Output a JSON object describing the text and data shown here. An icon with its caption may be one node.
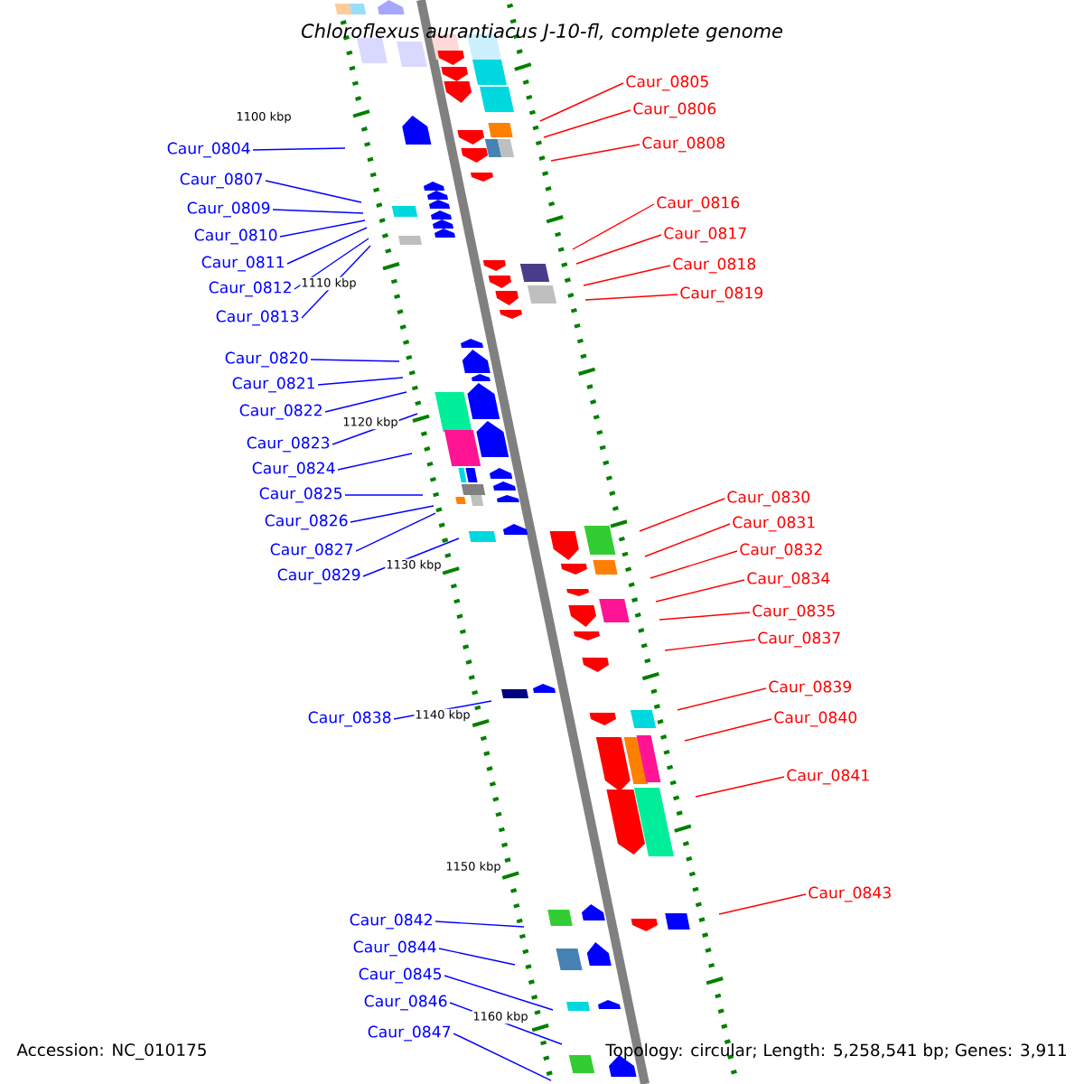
{
  "diagram": {
    "title": "Chloroflexus aurantiacus J-10-fl, complete genome",
    "nodes": [
      {
        "text": [
          "Caur_0804"
        ]
      },
      {
        "text": [
          "Caur_0807"
        ]
      },
      {
        "text": [
          "Caur_0809"
        ]
      },
      {
        "text": [
          "Caur_0810"
        ]
      },
      {
        "text": [
          "Caur_0811"
        ]
      },
      {
        "text": [
          "Caur_0812"
        ]
      },
      {
        "text": [
          "Caur_0813"
        ]
      },
      {
        "text": [
          "Caur_0820"
        ]
      },
      {
        "text": [
          "Caur_0821"
        ]
      },
      {
        "text": [
          "Caur_0822"
        ]
      },
      {
        "text": [
          "Caur_0823"
        ]
      },
      {
        "text": [
          "Caur_0824"
        ]
      },
      {
        "text": [
          "Caur_0825"
        ]
      },
      {
        "text": [
          "Caur_0826"
        ]
      },
      {
        "text": [
          "Caur_0827"
        ]
      },
      {
        "text": [
          "Caur_0829"
        ]
      },
      {
        "text": [
          "Caur_0838"
        ]
      },
      {
        "text": [
          "Caur_0842"
        ]
      },
      {
        "text": [
          "Caur_0844"
        ]
      },
      {
        "text": [
          "Caur_0845"
        ]
      },
      {
        "text": [
          "Caur_0846"
        ]
      },
      {
        "text": [
          "Caur_0847"
        ]
      },
      {
        "text": [
          "Caur_0805"
        ]
      },
      {
        "text": [
          "Caur_0806"
        ]
      },
      {
        "text": [
          "Caur_0808"
        ]
      },
      {
        "text": [
          "Caur_0816"
        ]
      },
      {
        "text": [
          "Caur_0817"
        ]
      },
      {
        "text": [
          "Caur_0818"
        ]
      },
      {
        "text": [
          "Caur_0819"
        ]
      },
      {
        "text": [
          "Caur_0830"
        ]
      },
      {
        "text": [
          "Caur_0831"
        ]
      },
      {
        "text": [
          "Caur_0832"
        ]
      },
      {
        "text": [
          "Caur_0834"
        ]
      },
      {
        "text": [
          "Caur_0835"
        ]
      },
      {
        "text": [
          "Caur_0837"
        ]
      },
      {
        "text": [
          "Caur_0839"
        ]
      },
      {
        "text": [
          "Caur_0840"
        ]
      },
      {
        "text": [
          "Caur_0841"
        ]
      },
      {
        "text": [
          "Caur_0843"
        ]
      }
    ],
    "edges": [
      {
        "from": 0,
        "to": null,
        "arrow": "none"
      },
      {
        "from": 1,
        "to": null,
        "arrow": "none"
      },
      {
        "from": 2,
        "to": null,
        "arrow": "none"
      },
      {
        "from": 3,
        "to": null,
        "arrow": "none"
      },
      {
        "from": 4,
        "to": null,
        "arrow": "none"
      },
      {
        "from": 5,
        "to": null,
        "arrow": "none"
      },
      {
        "from": 6,
        "to": null,
        "arrow": "none"
      },
      {
        "from": 7,
        "to": null,
        "arrow": "none"
      },
      {
        "from": 8,
        "to": null,
        "arrow": "none"
      },
      {
        "from": 9,
        "to": null,
        "arrow": "none"
      },
      {
        "from": 10,
        "to": null,
        "arrow": "none"
      },
      {
        "from": 11,
        "to": null,
        "arrow": "none"
      },
      {
        "from": 12,
        "to": null,
        "arrow": "none"
      },
      {
        "from": 13,
        "to": null,
        "arrow": "none"
      },
      {
        "from": 14,
        "to": null,
        "arrow": "none"
      },
      {
        "from": 15,
        "to": null,
        "arrow": "none"
      },
      {
        "from": 16,
        "to": null,
        "arrow": "none"
      },
      {
        "from": 17,
        "to": null,
        "arrow": "none"
      },
      {
        "from": 18,
        "to": null,
        "arrow": "none"
      },
      {
        "from": 19,
        "to": null,
        "arrow": "none"
      },
      {
        "from": 20,
        "to": null,
        "arrow": "none"
      },
      {
        "from": 21,
        "to": null,
        "arrow": "none"
      },
      {
        "from": 22,
        "to": null,
        "arrow": "none",
        "color": "#ff0000"
      },
      {
        "from": 23,
        "to": null,
        "arrow": "none",
        "color": "#ff0000"
      },
      {
        "from": 24,
        "to": null,
        "arrow": "none",
        "color": "#ff0000"
      },
      {
        "from": 25,
        "to": null,
        "arrow": "none",
        "color": "#ff0000"
      },
      {
        "from": 26,
        "to": null,
        "arrow": "none",
        "color": "#ff0000"
      },
      {
        "from": 27,
        "to": null,
        "arrow": "none",
        "color": "#ff0000"
      },
      {
        "from": 28,
        "to": null,
        "arrow": "none",
        "color": "#ff0000"
      },
      {
        "from": 29,
        "to": null,
        "arrow": "none",
        "color": "#ff0000"
      },
      {
        "from": 30,
        "to": null,
        "arrow": "none",
        "color": "#ff0000"
      },
      {
        "from": 31,
        "to": null,
        "arrow": "none",
        "color": "#ff0000"
      },
      {
        "from": 32,
        "to": null,
        "arrow": "none",
        "color": "#ff0000"
      },
      {
        "from": 33,
        "to": null,
        "arrow": "none",
        "color": "#ff0000"
      },
      {
        "from": 34,
        "to": null,
        "arrow": "none",
        "color": "#ff0000"
      },
      {
        "from": 35,
        "to": null,
        "arrow": "none",
        "color": "#ff0000"
      },
      {
        "from": 36,
        "to": null,
        "arrow": "none",
        "color": "#ff0000"
      },
      {
        "from": 37,
        "to": null,
        "arrow": "none",
        "color": "#ff0000"
      },
      {
        "from": 38,
        "to": null,
        "arrow": "none",
        "color": "#ff0000"
      }
    ],
    "labels": [
      "1100 kbp",
      "1110 kbp",
      "1120 kbp",
      "1130 kbp",
      "1140 kbp",
      "1150 kbp",
      "1160 kbp",
      "Accession: NC_010175",
      "Topology: circular; Length: 5,258,541 bp; Genes: 3,911"
    ]
  }
}
